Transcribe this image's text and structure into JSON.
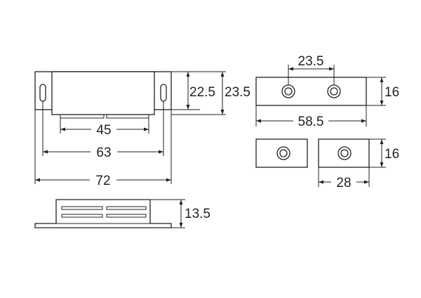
{
  "dimensions": {
    "front_inner_height": "22.5",
    "front_outer_height": "23.5",
    "front_inner_width": "45",
    "front_hole_span": "63",
    "front_total_width": "72",
    "bottom_height": "13.5",
    "plate_hole_pitch": "23.5",
    "plate_height": "16",
    "plate_width": "58.5",
    "split_height": "16",
    "split_piece_width": "28"
  },
  "colors": {
    "line": "#231f20",
    "background": "#ffffff"
  }
}
